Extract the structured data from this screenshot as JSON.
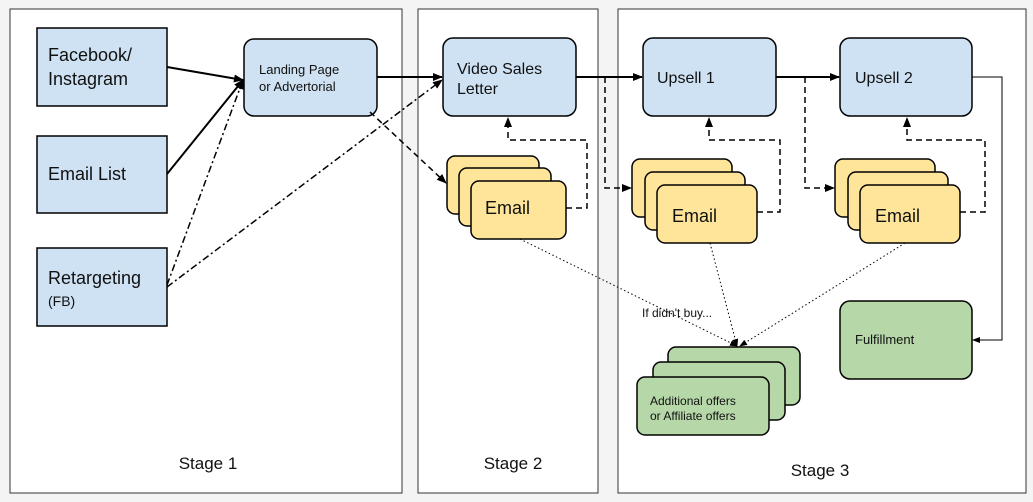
{
  "stages": {
    "s1": "Stage 1",
    "s2": "Stage 2",
    "s3": "Stage 3"
  },
  "sources": {
    "facebook": [
      "Facebook/",
      "Instagram"
    ],
    "email_list": "Email List",
    "retargeting": "Retargeting",
    "retargeting_sub": "(FB)"
  },
  "funnel": {
    "landing": [
      "Landing Page",
      "or Advertorial"
    ],
    "vsl": [
      "Video Sales",
      "Letter"
    ],
    "upsell1": "Upsell 1",
    "upsell2": "Upsell 2",
    "email_stage2": "Email",
    "email_upsell1": "Email",
    "email_upsell2": "Email",
    "fulfillment": "Fulfillment",
    "additional": [
      "Additional offers",
      "or Affiliate offers"
    ],
    "didnt_buy": "If didn't buy..."
  },
  "colors": {
    "blue": "#cfe2f3",
    "yellow": "#ffe599",
    "green": "#b6d7a8",
    "stroke": "#000000"
  }
}
